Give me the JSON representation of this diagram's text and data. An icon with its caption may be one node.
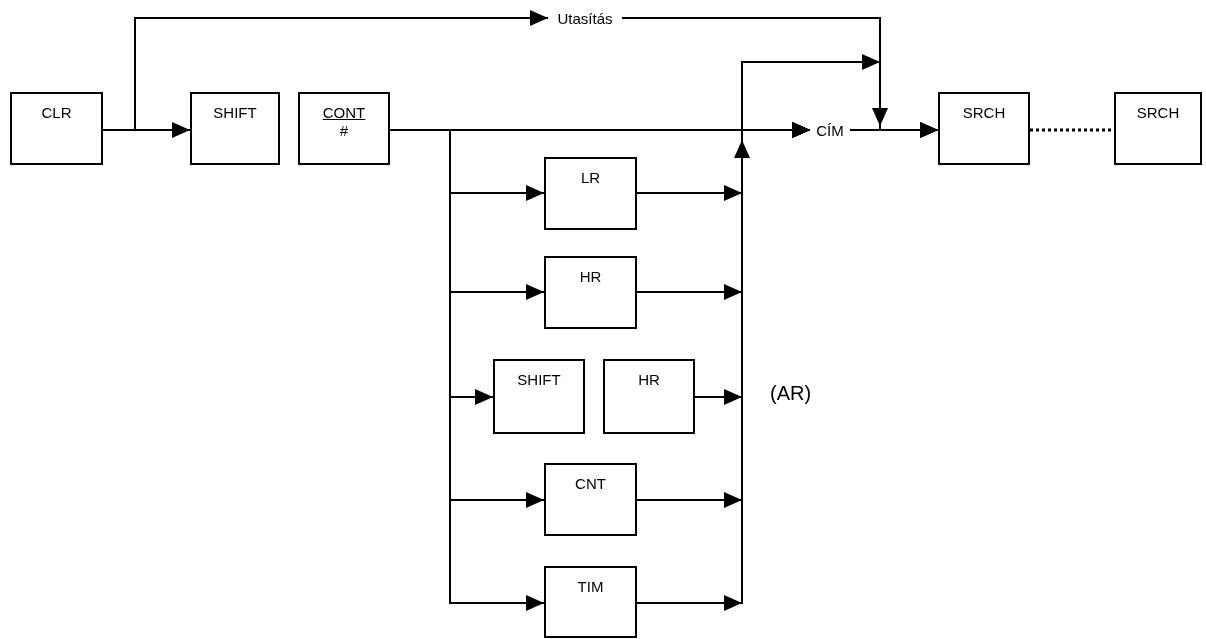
{
  "diagram": {
    "nodes": [
      {
        "text": [
          "CLR"
        ]
      },
      {
        "text": [
          "SHIFT"
        ]
      },
      {
        "text": [
          "CONT",
          "#"
        ]
      },
      {
        "text": [
          "Utasítás"
        ]
      },
      {
        "text": [
          "CÍM"
        ]
      },
      {
        "text": [
          "SRCH"
        ]
      },
      {
        "text": [
          "SRCH"
        ]
      },
      {
        "text": [
          "LR"
        ]
      },
      {
        "text": [
          "HR"
        ]
      },
      {
        "text": [
          "SHIFT"
        ]
      },
      {
        "text": [
          "HR"
        ]
      },
      {
        "text": [
          "CNT"
        ]
      },
      {
        "text": [
          "TIM"
        ]
      }
    ],
    "edges": [
      {
        "from": 0,
        "to": 1,
        "arrow": "to"
      },
      {
        "from": 0,
        "to": 3,
        "arrow": "to"
      },
      {
        "from": 3,
        "to": 5,
        "arrow": "to"
      },
      {
        "from": 2,
        "to": 4,
        "arrow": "to"
      },
      {
        "from": 2,
        "to": 7,
        "arrow": "to"
      },
      {
        "from": 2,
        "to": 8,
        "arrow": "to"
      },
      {
        "from": 2,
        "to": 9,
        "arrow": "to"
      },
      {
        "from": 2,
        "to": 11,
        "arrow": "to"
      },
      {
        "from": 2,
        "to": 12,
        "arrow": "to"
      },
      {
        "from": 7,
        "to": 4,
        "arrow": "to"
      },
      {
        "from": 8,
        "to": 4,
        "arrow": "to"
      },
      {
        "from": 10,
        "to": 4,
        "arrow": "to"
      },
      {
        "from": 11,
        "to": 4,
        "arrow": "to"
      },
      {
        "from": 12,
        "to": 4,
        "arrow": "to"
      },
      {
        "from": 2,
        "to": 5,
        "arrow": "to"
      },
      {
        "from": 4,
        "to": 5,
        "arrow": "to"
      },
      {
        "from": 5,
        "to": 6,
        "arrow": "none",
        "style": "dashed"
      }
    ],
    "labels": [
      "(AR)"
    ]
  }
}
